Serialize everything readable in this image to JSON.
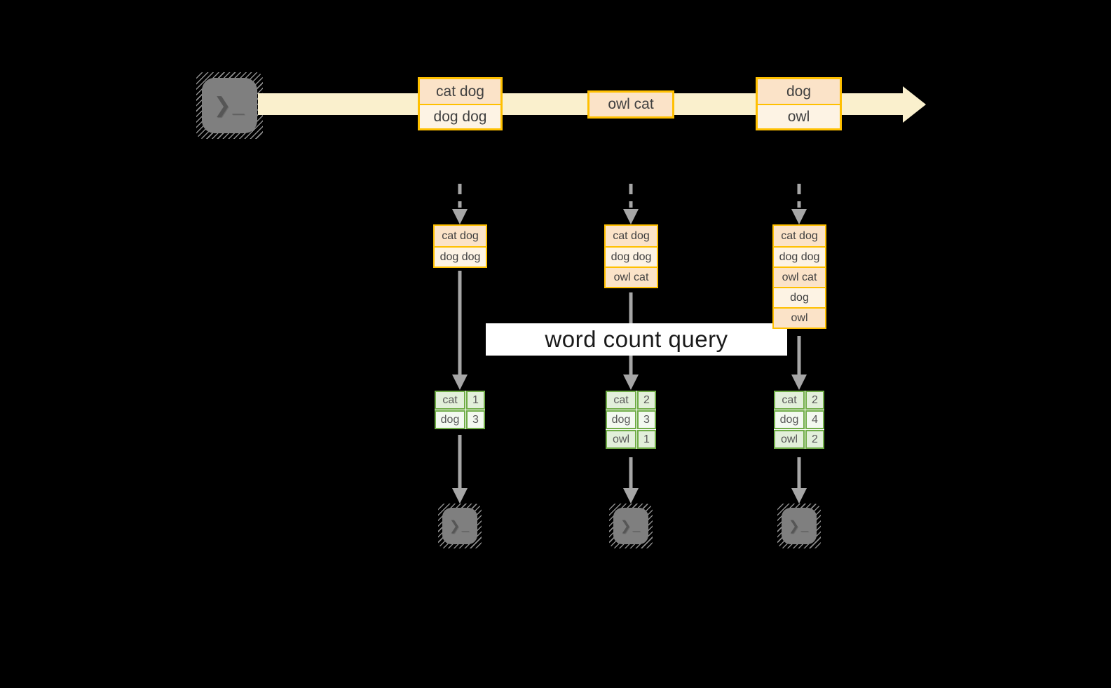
{
  "colors": {
    "orange": "#FFC000",
    "peach_dark": "#FBE3C8",
    "peach_light": "#FDF3E4",
    "cream": "#FAF0CD",
    "green": "#70AD47",
    "green_cell": "#E2EFDA",
    "green_cell_light": "#F3F9F0",
    "gray_arrow": "#A6A6A6",
    "terminal_gray": "#7F7F7F",
    "text_dark": "#404040",
    "table_text": "#595959",
    "query_text": "#1A1A1A",
    "background": "#000000"
  },
  "icons": {
    "terminal_glyph": "❯_"
  },
  "stream": {
    "records": [
      {
        "lines": [
          "cat dog",
          "dog dog"
        ]
      },
      {
        "lines": [
          "owl cat"
        ]
      },
      {
        "lines": [
          "dog",
          "owl"
        ]
      }
    ]
  },
  "micro_batches": [
    {
      "rows": [
        "cat dog",
        "dog dog"
      ]
    },
    {
      "rows": [
        "cat dog",
        "dog dog",
        "owl cat"
      ]
    },
    {
      "rows": [
        "cat dog",
        "dog dog",
        "owl cat",
        "dog",
        "owl"
      ]
    }
  ],
  "query": {
    "label": "word count query"
  },
  "word_counts": [
    {
      "rows": [
        {
          "word": "cat",
          "count": "1"
        },
        {
          "word": "dog",
          "count": "3"
        }
      ]
    },
    {
      "rows": [
        {
          "word": "cat",
          "count": "2"
        },
        {
          "word": "dog",
          "count": "3"
        },
        {
          "word": "owl",
          "count": "1"
        }
      ]
    },
    {
      "rows": [
        {
          "word": "cat",
          "count": "2"
        },
        {
          "word": "dog",
          "count": "4"
        },
        {
          "word": "owl",
          "count": "2"
        }
      ]
    }
  ]
}
